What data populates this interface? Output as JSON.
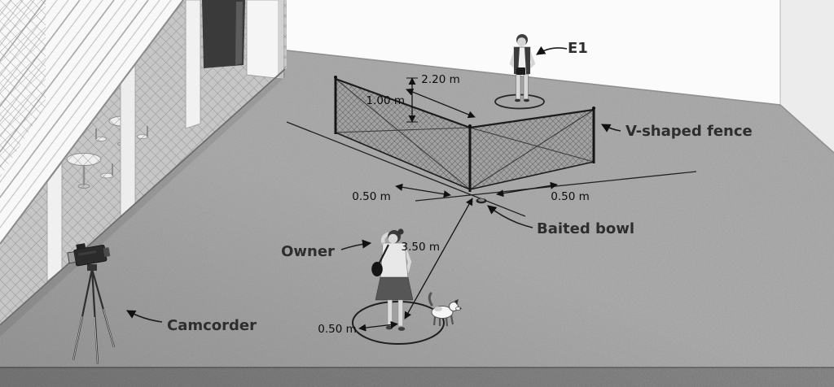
{
  "labels": {
    "e1": "E1",
    "v_shaped_fence": "V-shaped fence",
    "baited_bowl": "Baited bowl",
    "owner": "Owner",
    "camcorder": "Camcorder"
  },
  "dimensions": {
    "fence_arm_length": "2.20 m",
    "fence_height": "1.00 m",
    "gap_left": "0.50 m",
    "gap_right": "0.50 m",
    "owner_distance": "3.50 m",
    "circle_radius": "0.50 m"
  },
  "colors": {
    "floor": "#a4a4a4",
    "floor_edge_strip": "#7a7a7a",
    "back_wall": "#fbfbfb",
    "right_wall": "#ececec",
    "ink": "#141414"
  }
}
